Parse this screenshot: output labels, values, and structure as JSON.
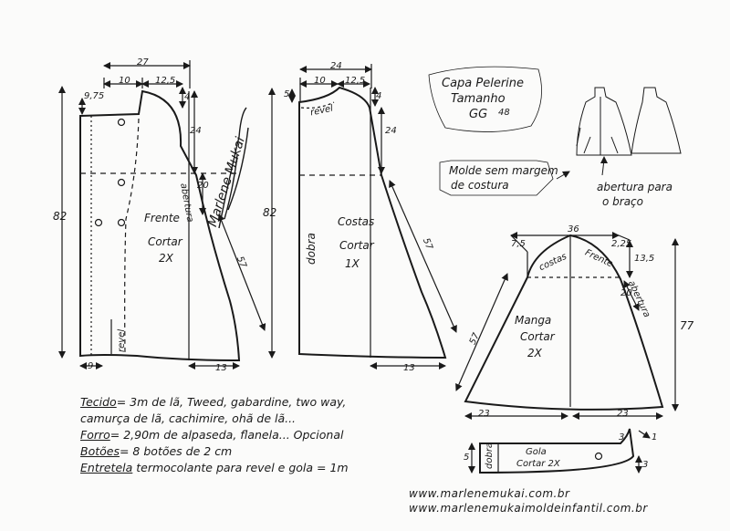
{
  "title": {
    "line1": "Capa Pelerine",
    "line2": "Tamanho",
    "size": "GG",
    "size_num": "48"
  },
  "note_margin": {
    "line1": "Molde sem margem",
    "line2": "de costura"
  },
  "illustration_caption": {
    "line1": "abertura para",
    "line2": "o braço"
  },
  "front": {
    "label": "Frente",
    "cut_line1": "Cortar",
    "cut_line2": "2X",
    "dim_top_width": "27",
    "dim_shoulder_a": "10",
    "dim_shoulder_b": "12,5",
    "dim_neck_drop": "4",
    "dim_left_top": "9,75",
    "dim_armhole_height": "24",
    "dim_opening": "20",
    "opening_label": "abertura",
    "dim_side": "57",
    "dim_length": "82",
    "dim_bottom_left": "9",
    "dim_bottom_right": "13",
    "facing_label": "revel"
  },
  "back": {
    "label": "Costas",
    "cut_line1": "Cortar",
    "cut_line2": "1X",
    "dim_top_width": "24",
    "dim_shoulder_a": "10",
    "dim_shoulder_b": "12,5",
    "dim_neck_drop": "4",
    "dim_left_top": "5",
    "dim_armhole_height": "24",
    "dim_side": "57",
    "dim_length": "82",
    "dim_bottom_right": "13",
    "facing_label": "revel",
    "fold_label": "dobra"
  },
  "sleeve": {
    "label": "Manga",
    "cut_line1": "Cortar",
    "cut_line2": "2X",
    "dim_top": "36",
    "dim_left_small": "7,5",
    "dim_right_small": "2,25",
    "dim_cap_height": "13,5",
    "back_label": "costas",
    "front_label": "Frente",
    "dim_opening": "20",
    "opening_label": "abertura",
    "dim_side": "57",
    "dim_length": "77",
    "dim_bottom_left": "23",
    "dim_bottom_right": "23"
  },
  "collar": {
    "label": "Gola",
    "cut": "Cortar 2X",
    "fold_label": "dobra",
    "dim_height": "5",
    "dim_end_a": "3",
    "dim_end_b": "1",
    "dim_end_c": "3"
  },
  "notes": [
    {
      "label": "Tecido",
      "text": "= 3m de lã, Tweed, gabardine, two way,"
    },
    {
      "label": "",
      "text": "camurça de lã, cachimire, ohã de lã..."
    },
    {
      "label": "Forro",
      "text": "= 2,90m de alpaseda, flanela... Opcional"
    },
    {
      "label": "Botões",
      "text": "= 8 botões de 2 cm"
    },
    {
      "label": "Entretela",
      "text": " termocolante para revel e gola = 1m"
    }
  ],
  "urls": [
    "www.marlenemukai.com.br",
    "www.marlenemukaimoldeinfantil.com.br"
  ],
  "signature": "Marlene Mukai"
}
